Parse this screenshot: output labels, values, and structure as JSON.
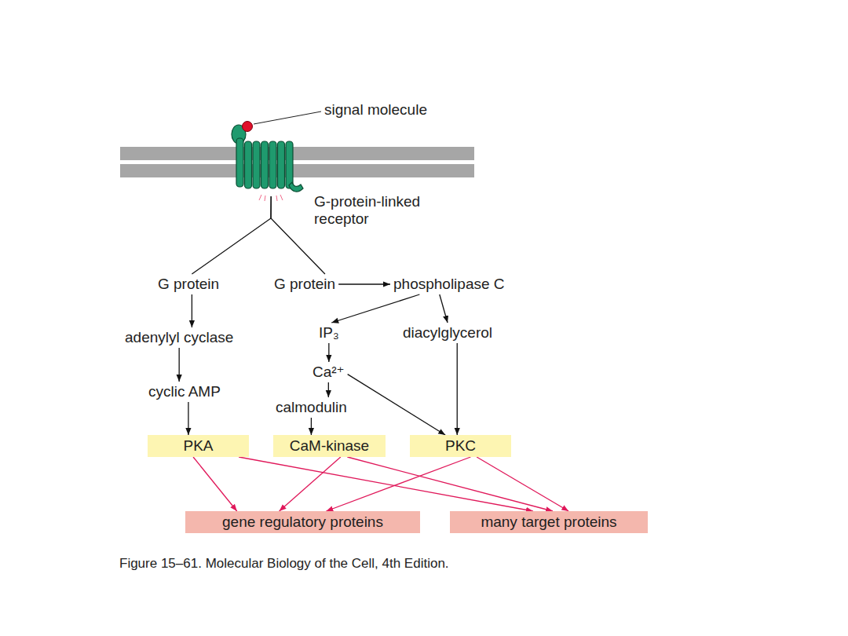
{
  "diagram": {
    "caption": "Figure 15–61. Molecular Biology of the Cell, 4th Edition.",
    "nodes": [
      {
        "text": [
          "G-protein-linked receptor"
        ]
      },
      {
        "text": [
          "G protein"
        ]
      },
      {
        "text": [
          "G protein"
        ]
      },
      {
        "text": [
          "phospholipase C"
        ]
      },
      {
        "text": [
          "adenylyl cyclase"
        ]
      },
      {
        "text": [
          "IP₃"
        ]
      },
      {
        "text": [
          "diacylglycerol"
        ]
      },
      {
        "text": [
          "cyclic AMP"
        ]
      },
      {
        "text": [
          "Ca²⁺"
        ]
      },
      {
        "text": [
          "calmodulin"
        ]
      },
      {
        "text": [
          "PKA"
        ]
      },
      {
        "text": [
          "CaM-kinase"
        ]
      },
      {
        "text": [
          "PKC"
        ]
      },
      {
        "text": [
          "gene regulatory proteins"
        ]
      },
      {
        "text": [
          "many target proteins"
        ]
      }
    ],
    "edges": [
      {
        "from": 0,
        "to": 1,
        "arrow": "none"
      },
      {
        "from": 0,
        "to": 2,
        "arrow": "none"
      },
      {
        "from": 1,
        "to": 4,
        "arrow": "to"
      },
      {
        "from": 4,
        "to": 7,
        "arrow": "to"
      },
      {
        "from": 7,
        "to": 10,
        "arrow": "to"
      },
      {
        "from": 2,
        "to": 3,
        "arrow": "to"
      },
      {
        "from": 3,
        "to": 5,
        "arrow": "to"
      },
      {
        "from": 3,
        "to": 6,
        "arrow": "to"
      },
      {
        "from": 5,
        "to": 8,
        "arrow": "to"
      },
      {
        "from": 8,
        "to": 9,
        "arrow": "to"
      },
      {
        "from": 8,
        "to": 12,
        "arrow": "to"
      },
      {
        "from": 9,
        "to": 11,
        "arrow": "to"
      },
      {
        "from": 6,
        "to": 12,
        "arrow": "to"
      },
      {
        "from": 10,
        "to": 13,
        "arrow": "to"
      },
      {
        "from": 10,
        "to": 14,
        "arrow": "to"
      },
      {
        "from": 11,
        "to": 13,
        "arrow": "to"
      },
      {
        "from": 11,
        "to": 14,
        "arrow": "to"
      },
      {
        "from": 12,
        "to": 13,
        "arrow": "to"
      },
      {
        "from": 12,
        "to": 14,
        "arrow": "to"
      }
    ],
    "labels": [
      "signal molecule"
    ]
  }
}
